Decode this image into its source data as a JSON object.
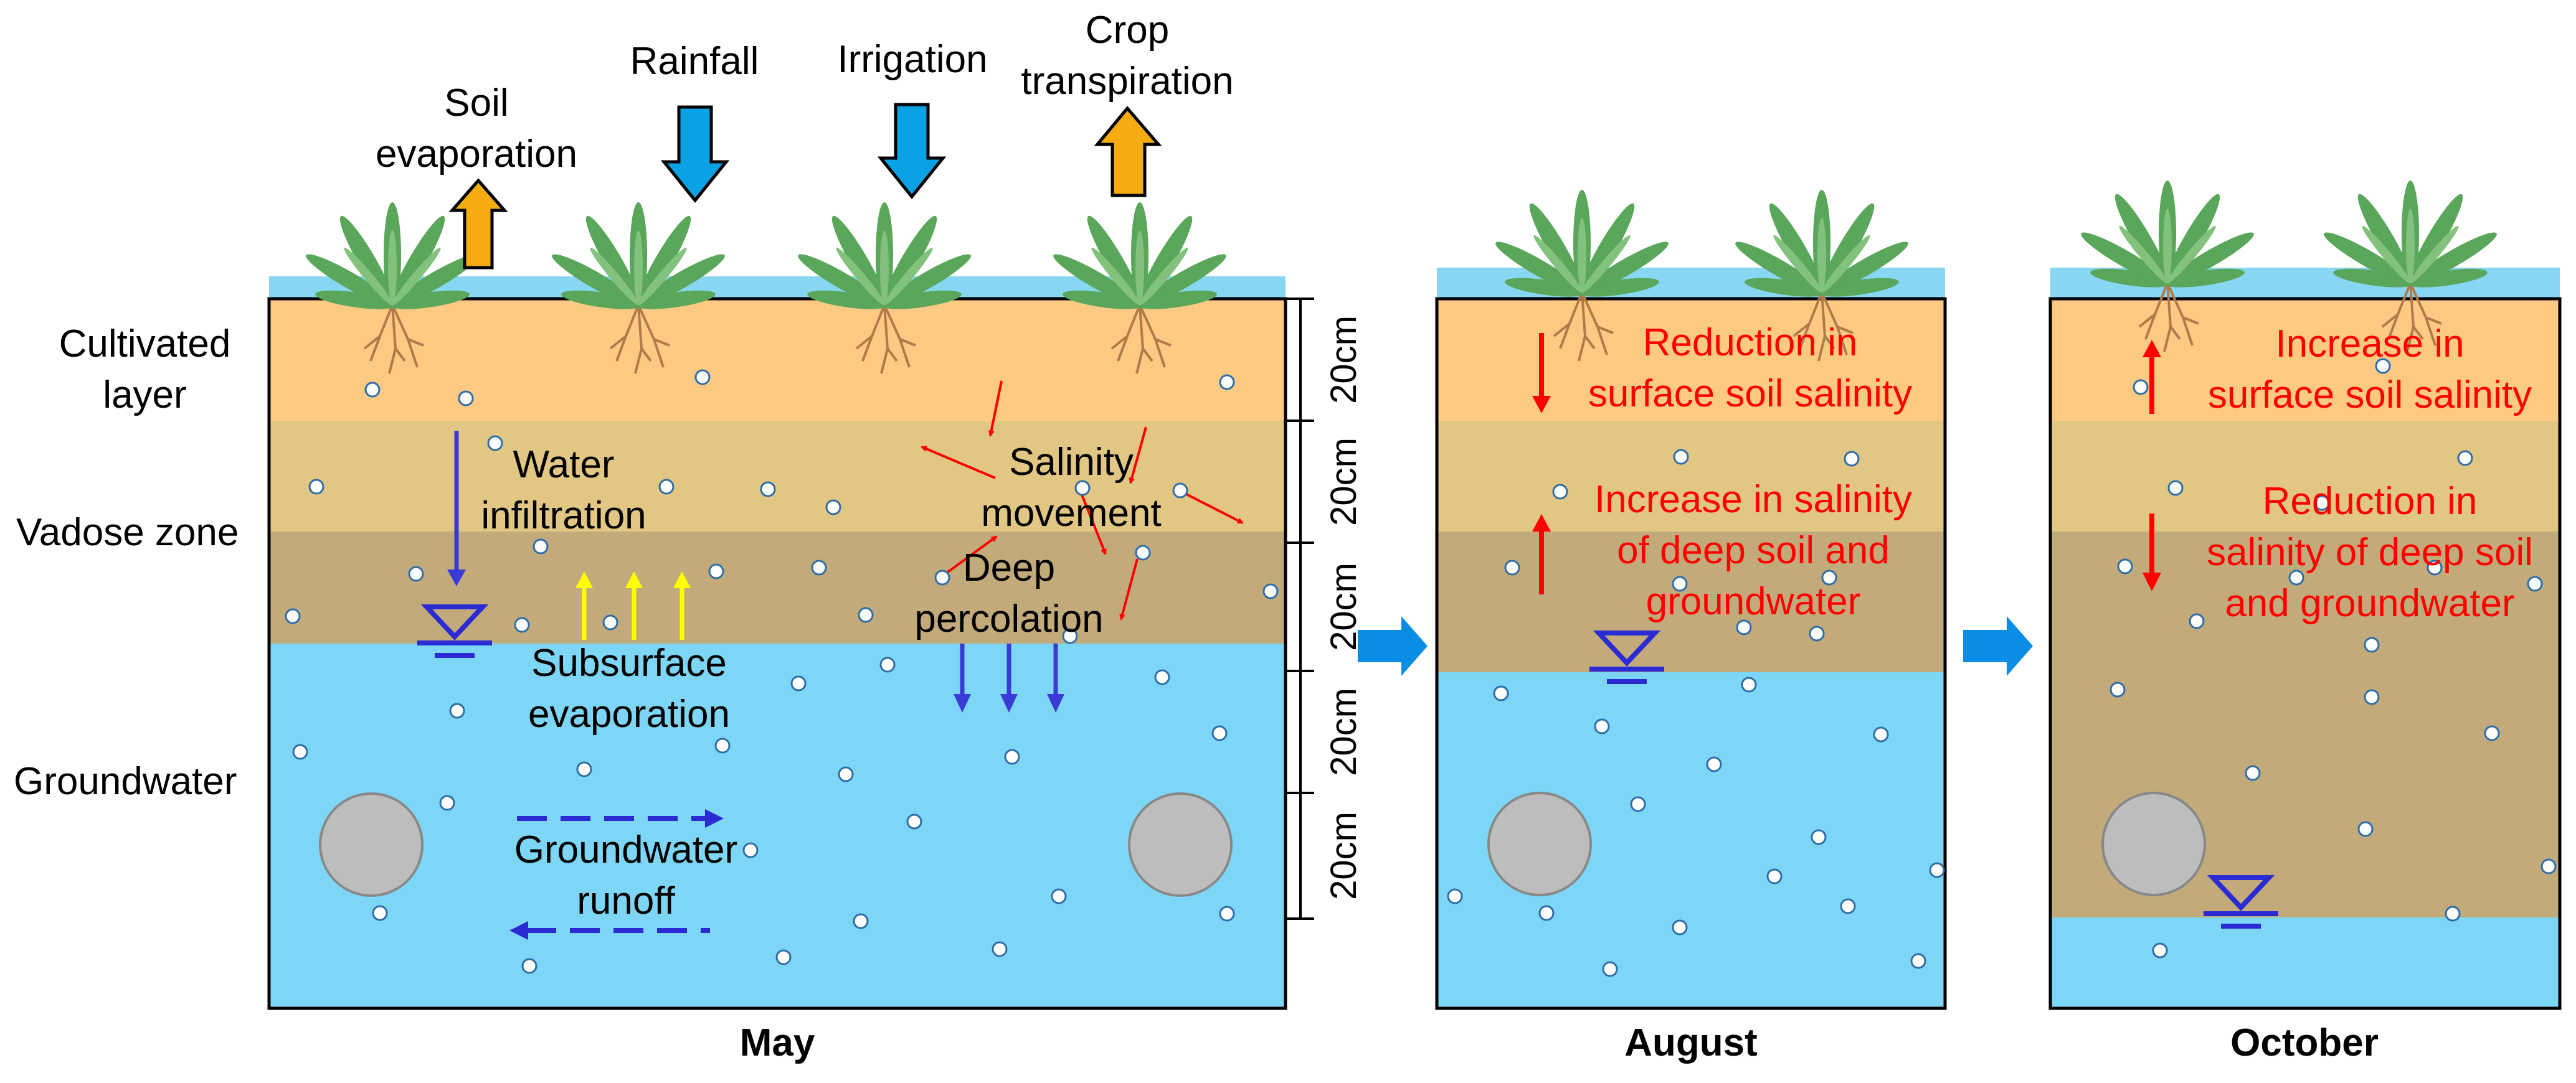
{
  "colors": {
    "cultivated": "#fcca82",
    "vadose_upper": "#e2c683",
    "vadose_lower": "#c3aa7b",
    "groundwater": "#7dd6f5",
    "surface_water": "#87d6f2",
    "arrow_blue": "#0aa2e5",
    "arrow_orange": "#f6ac10",
    "arrow_yellow": "#ffff00",
    "arrow_red": "#ff0000",
    "arrow_navy": "#2b2bd4",
    "drain": "#bdbdbd"
  },
  "top_processes": {
    "soil_evaporation": "Soil\nevaporation",
    "rainfall": "Rainfall",
    "irrigation": "Irrigation",
    "crop_transpiration": "Crop\ntranspiration"
  },
  "layers": {
    "cultivated": "Cultivated\nlayer",
    "vadose": "Vadose zone",
    "groundwater": "Groundwater"
  },
  "may_labels": {
    "water_infiltration": "Water\ninfiltration",
    "salinity_movement": "Salinity\nmovement",
    "deep_percolation": "Deep\npercolation",
    "subsurface_evaporation": "Subsurface\nevaporation",
    "groundwater_runoff": "Groundwater\nrunoff"
  },
  "depth_label": "20cm",
  "august_labels": {
    "reduction": "Reduction in\nsurface soil salinity",
    "increase": "Increase in salinity\nof deep soil and\ngroundwater"
  },
  "october_labels": {
    "increase": "Increase in\nsurface soil salinity",
    "reduction": "Reduction in\nsalinity of deep soil\nand groundwater"
  },
  "months": {
    "may": "May",
    "august": "August",
    "october": "October"
  },
  "icons": [
    "fern-plant-icon",
    "water-table-icon",
    "salt-particle-icon",
    "drain-pipe-icon"
  ]
}
